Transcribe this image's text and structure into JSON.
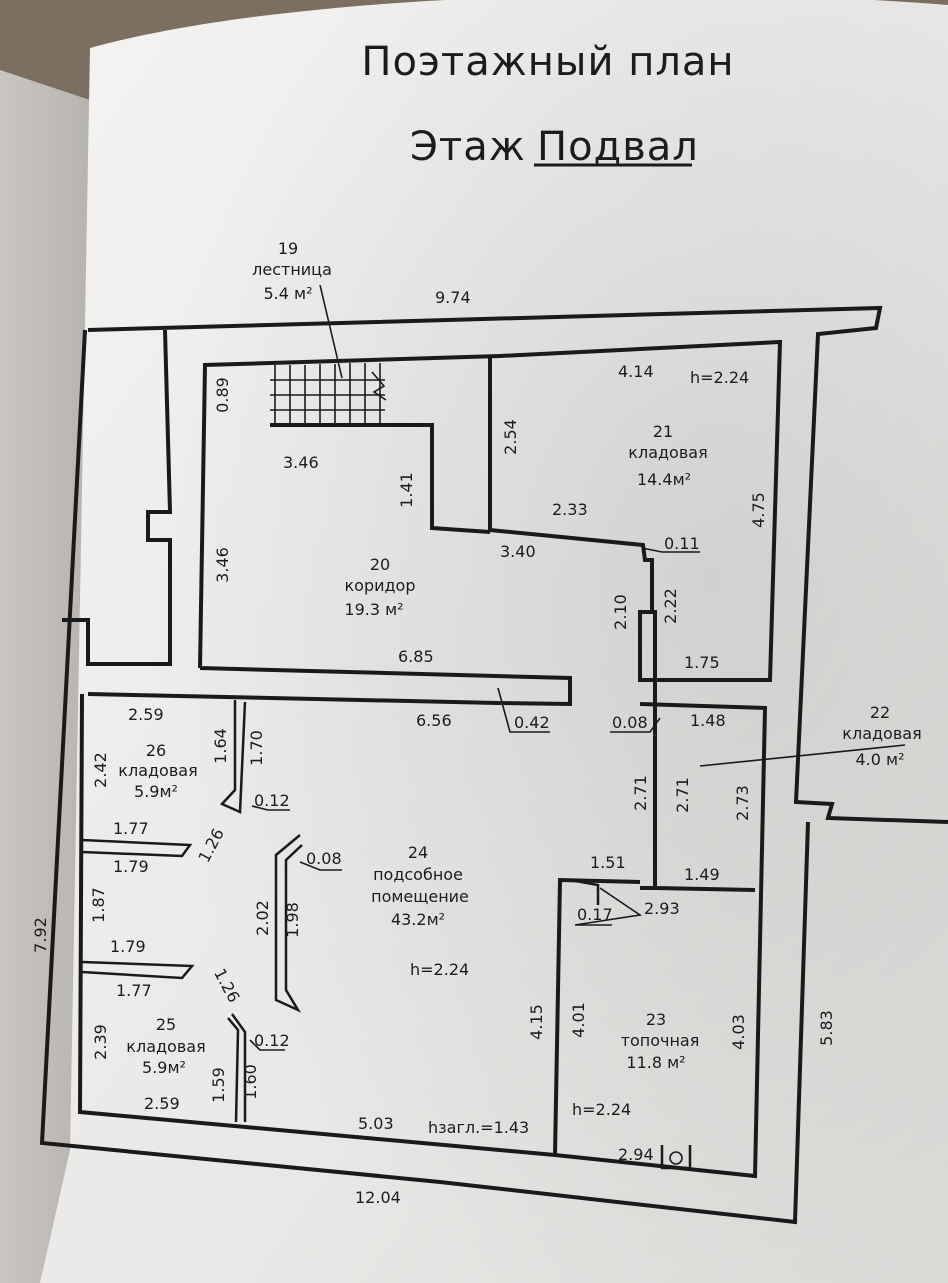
{
  "title": {
    "line1": "Поэтажный план",
    "line2_prefix": "Этаж",
    "line2_value": "Подвал"
  },
  "rooms": [
    {
      "id": "19",
      "name": "лестница",
      "area": "5.4 м²"
    },
    {
      "id": "20",
      "name": "коридор",
      "area": "19.3 м²"
    },
    {
      "id": "21",
      "name": "кладовая",
      "area": "14.4м²"
    },
    {
      "id": "22",
      "name": "кладовая",
      "area": "4.0 м²"
    },
    {
      "id": "23",
      "name": "топочная",
      "area": "11.8 м²"
    },
    {
      "id": "24",
      "name": "подсобное",
      "name2": "помещение",
      "area": "43.2м²"
    },
    {
      "id": "25",
      "name": "кладовая",
      "area": "5.9м²"
    },
    {
      "id": "26",
      "name": "кладовая",
      "area": "5.9м²"
    }
  ],
  "heights": {
    "room21": "h=2.24",
    "room24": "h=2.24",
    "room23": "h=2.24",
    "buried": "hзагл.=1.43"
  },
  "dimensions": {
    "top_width": "9.74",
    "bottom_width": "12.04",
    "left_height": "7.92",
    "right_height": "5.83",
    "stair_height": "0.89",
    "stair_width": "3.46",
    "d_1_41": "1.41",
    "d_2_54": "2.54",
    "d_4_14": "4.14",
    "d_4_75": "4.75",
    "d_2_33": "2.33",
    "d_0_11": "0.11",
    "d_3_40": "3.40",
    "corr_height": "3.46",
    "d_2_10": "2.10",
    "d_2_22": "2.22",
    "d_1_75": "1.75",
    "d_6_85": "6.85",
    "d_6_56": "6.56",
    "d_0_42": "0.42",
    "d_0_08a": "0.08",
    "d_1_48": "1.48",
    "d_2_59a": "2.59",
    "d_1_64": "1.64",
    "d_1_70": "1.70",
    "d_2_42": "2.42",
    "d_0_12a": "0.12",
    "d_1_77a": "1.77",
    "d_1_79a": "1.79",
    "d_1_26a": "1.26",
    "d_0_08b": "0.08",
    "d_2_71a": "2.71",
    "d_2_71b": "2.71",
    "d_2_73": "2.73",
    "d_1_51": "1.51",
    "d_1_49": "1.49",
    "d_0_17": "0.17",
    "d_2_93": "2.93",
    "d_1_87": "1.87",
    "d_2_02": "2.02",
    "d_1_98": "1.98",
    "d_1_79b": "1.79",
    "d_1_77b": "1.77",
    "d_1_26b": "1.26",
    "d_4_15": "4.15",
    "d_4_01": "4.01",
    "d_4_03": "4.03",
    "d_2_39": "2.39",
    "d_0_12b": "0.12",
    "d_1_59": "1.59",
    "d_1_60": "1.60",
    "d_2_59b": "2.59",
    "d_5_03": "5.03",
    "d_2_94": "2.94"
  }
}
